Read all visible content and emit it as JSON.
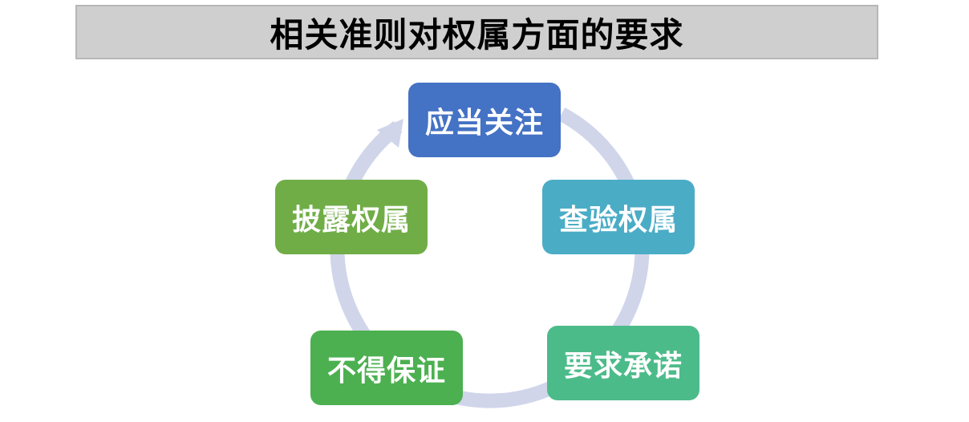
{
  "title": "相关准则对权属方面的要求",
  "cycle": {
    "arrow_color": "#d0d5ea",
    "nodes": [
      {
        "label": "应当关注",
        "color": "#4472c4"
      },
      {
        "label": "查验权属",
        "color": "#4bacc6"
      },
      {
        "label": "要求承诺",
        "color": "#4cbb8a"
      },
      {
        "label": "不得保证",
        "color": "#4cb050"
      },
      {
        "label": "披露权属",
        "color": "#70ad47"
      }
    ]
  }
}
